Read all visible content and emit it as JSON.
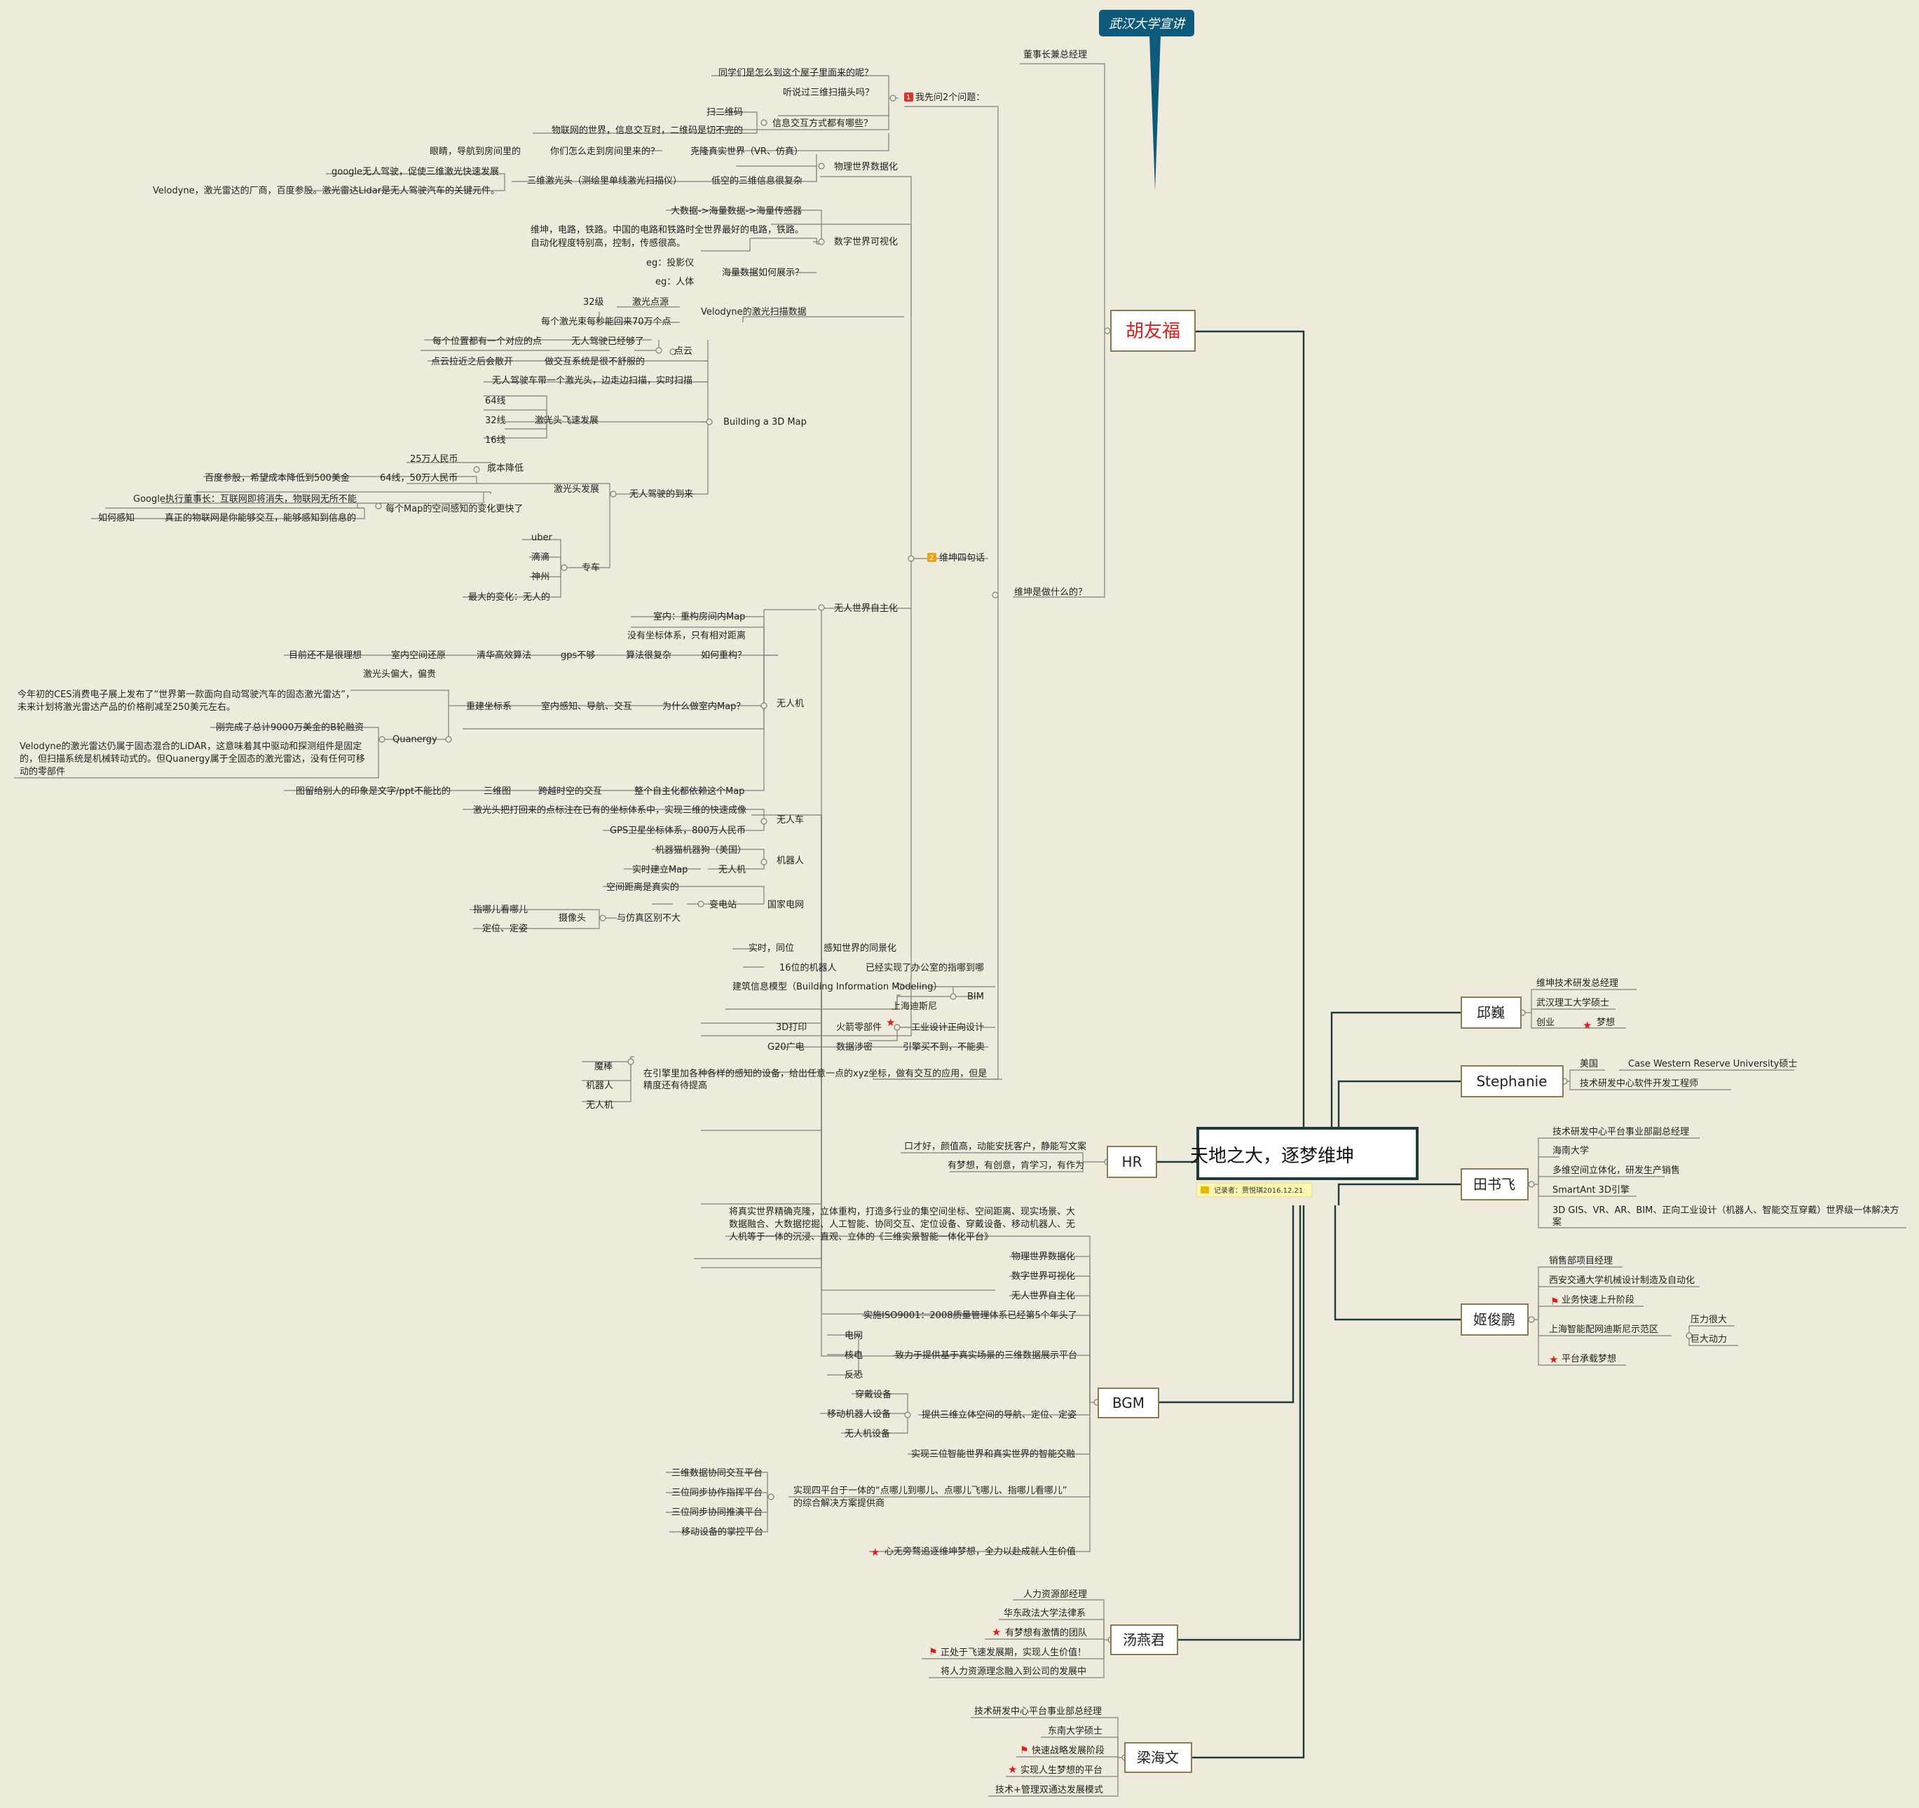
{
  "colors": {
    "background": "#eeebdd",
    "line": "#7f7f7f",
    "main_line": "#1e3a3a",
    "flag": "#0e5a7a",
    "star": "#d81e1e"
  },
  "central": {
    "title": "天地之大，逐梦维坤",
    "note": "记录者：贾悦琪2016.12.21"
  },
  "floating": {
    "label": "武汉大学宣讲"
  },
  "hu": {
    "label": "胡友福",
    "title": "董事长兼总经理",
    "q": {
      "label": "我先问2个问题：",
      "badge": "1",
      "items": [
        "同学们是怎么到这个屋子里面来的呢？",
        "听说过三维扫描头吗？",
        "信息交互方式都有哪些？",
        "扫二维码",
        "物联网的世界，信息交互时，二维码是切不完的",
        "你们怎么走到房间里来的？",
        "眼睛，导航到房间里的",
        "克隆真实世界（VR、仿真）"
      ]
    },
    "s": {
      "label": "维坤是做什么的？",
      "four": {
        "label": "维坤四句话",
        "badge": "2"
      },
      "phys": {
        "label": "物理世界数据化",
        "items": [
          "低空的三维信息很复杂",
          "三维激光头（测绘里单线激光扫描仪）",
          "google无人驾驶，促使三维激光快速发展",
          "Velodyne，激光雷达的厂商，百度参股。激光雷达Lidar是无人驾驶汽车的关键元件。"
        ]
      },
      "digi": {
        "label": "数字世界可视化",
        "items": [
          "大数据->海量数据->海量传感器",
          "维坤，电路，铁路。中国的电路和铁路时全世界最好的电路，铁路。",
          "自动化程度特别高，控制，传感很高。",
          "海量数据如何展示？",
          "eg：投影仪",
          "eg：人体"
        ]
      },
      "auto": {
        "label": "无人世界自主化",
        "velo": [
          "Velodyne的激光扫描数据",
          "激光点源",
          "32级",
          "每个激光束每秒能回来70万个点"
        ],
        "b3d": {
          "label": "Building a 3D Map",
          "cloud": [
            "点云",
            "无人驾驶已经够了",
            "每个位置都有一个对应的点",
            "做交互系统是很不舒服的",
            "点云拉近之后会散开"
          ],
          "drive": "无人驾驶车带一个激光头，边走边扫描，实时扫描",
          "fast": [
            "激光头飞速发展",
            "64线",
            "32线",
            "16线"
          ],
          "era": {
            "label": "无人驾驶的到来",
            "head": [
              "激光头发展",
              "成本降低",
              "25万人民币",
              "64线，50万人民币",
              "百度参股，希望成本降低到500美金"
            ],
            "map": [
              "每个Map的空间感知的变化更快了",
              "Google执行董事长：互联网即将消失，物联网无所不能",
              "真正的物联网是你能够交互，能够感知到信息的",
              "如何感知"
            ],
            "car": [
              "专车",
              "uber",
              "滴滴",
              "神州",
              "最大的变化：无人的"
            ]
          }
        },
        "drone": {
          "label": "无人机",
          "indoor": "室内：重构房间内Map",
          "nocoord": "没有坐标体系，只有相对距离",
          "why": "如何重构？",
          "algo": [
            "算法很复杂",
            "gps不够",
            "清华高效算法",
            "室内空间还原",
            "目前还不是很理想"
          ],
          "map": [
            "为什么做室内Map？",
            "室内感知、导航、交互",
            "重建坐标系",
            "激光头偏大，偏贵"
          ],
          "ces": [
            "今年初的CES消费电子展上发布了“世界第一款面向自动驾驶汽车的固态激光雷达”，",
            "未来计划将激光雷达产品的价格削减至250美元左右。"
          ],
          "quan": [
            "Quanergy",
            "刚完成了总计9000万美金的B轮融资",
            "Velodyne的激光雷达仍属于固态混合的LiDAR，这意味着其中驱动和探测组件是固定",
            "的，但扫描系统是机械转动式的。但Quanergy属于全固态的激光雷达，没有任何可移",
            "动的零部件"
          ],
          "picture": [
            "整个自主化都依赖这个Map",
            "跨越时空的交互",
            "三维图",
            "图留给别人的印象是文字/ppt不能比的"
          ]
        },
        "vehicle": {
          "label": "无人车",
          "items": [
            "激光头把打回来的点标注在已有的坐标体系中，实现三维的快速成像",
            "GPS卫星坐标体系，800万人民币"
          ]
        },
        "robot": {
          "label": "机器人",
          "items": [
            "机器猫机器狗（美国）",
            "无人机",
            "实时建立Map"
          ]
        },
        "grid": {
          "label": "国家电网",
          "items": [
            "变电站",
            "空间距离是真实的",
            "与仿真区别不大",
            "摄像头",
            "指哪儿看哪儿",
            "定位、定姿"
          ]
        }
      },
      "sense": {
        "label": "感知世界的同景化",
        "items": [
          "实时，同位"
        ]
      },
      "office": [
        "已经实现了办公室的指哪到哪",
        "16位的机器人"
      ],
      "bim": [
        "BIM",
        "建筑信息模型（Building Information Modeling）",
        "上海迪斯尼"
      ],
      "ind": [
        "工业设计正向设计",
        "火箭零部件",
        "3D打印"
      ],
      "g20": [
        "引擎买不到，不能卖",
        "数据涉密",
        "G20广电"
      ],
      "engine": [
        "在引擎里加各种各样的感知的设备，给出任意一点的xyz坐标，做有交互的应用，但是",
        "精度还有待提高"
      ],
      "magic": [
        "魔棒",
        "机器人",
        "无人机"
      ]
    }
  },
  "hr": {
    "label": "HR",
    "items": [
      "口才好，颜值高，动能安抚客户，静能写文案",
      "有梦想，有创意，肯学习，有作为"
    ]
  },
  "bgm": {
    "label": "BGM",
    "intro": [
      "将真实世界精确克隆，立体重构，打造多行业的集空间坐标、空间距离、现实场景、大",
      "数据融合、大数据挖掘、人工智能、协同交互、定位设备、穿戴设备、移动机器人、无",
      "人机等于一体的沉浸、直观、立体的《三维实景智能一体化平台》"
    ],
    "pillars": [
      "物理世界数据化",
      "数字世界可视化",
      "无人世界自主化"
    ],
    "iso": "实施ISO9001：2008质量管理体系已经第5个年头了",
    "show": [
      "致力于提供基于真实场景的三维数据展示平台",
      "电网",
      "核电",
      "反恐"
    ],
    "nav": [
      "提供三维立体空间的导航、定位、定姿",
      "穿戴设备",
      "移动机器人设备",
      "无人机设备"
    ],
    "smart": "实现三位智能世界和真实世界的智能交融",
    "four": [
      "实现四平台于一体的“点哪儿到哪儿、点哪儿飞哪儿、指哪儿看哪儿”",
      "的综合解决方案提供商",
      "三维数据协同交互平台",
      "三位同步协作指挥平台",
      "三位同步协同推演平台",
      "移动设备的掌控平台"
    ],
    "dream": "心无旁骛追逐维坤梦想，全力以赴成就人生价值"
  },
  "tang": {
    "label": "汤燕君",
    "items": [
      "人力资源部经理",
      "华东政法大学法律系",
      "有梦想有激情的团队",
      "正处于飞速发展期，实现人生价值！",
      "将人力资源理念融入到公司的发展中"
    ]
  },
  "liang": {
    "label": "梁海文",
    "items": [
      "技术研发中心平台事业部总经理",
      "东南大学硕士",
      "快速战略发展阶段",
      "实现人生梦想的平台",
      "技术+管理双通达发展模式"
    ]
  },
  "qiu": {
    "label": "邱巍",
    "items": [
      "维坤技术研发总经理",
      "武汉理工大学硕士",
      "创业",
      "梦想"
    ]
  },
  "stephanie": {
    "label": "Stephanie",
    "items": [
      "美国",
      "Case Western Reserve University硕士",
      "技术研发中心软件开发工程师"
    ]
  },
  "tian": {
    "label": "田书飞",
    "items": [
      "技术研发中心平台事业部副总经理",
      "海南大学",
      "多维空间立体化，研发生产销售",
      "SmartAnt 3D引擎",
      "3D GIS、VR、AR、BIM、正向工业设计（机器人、智能交互穿戴）世界级一体解决方",
      "案"
    ]
  },
  "ji": {
    "label": "姬俊鹏",
    "items": [
      "销售部项目经理",
      "西安交通大学机械设计制造及自动化",
      "业务快速上升阶段",
      "上海智能配网迪斯尼示范区",
      "压力很大",
      "巨大动力",
      "平台承载梦想"
    ]
  }
}
